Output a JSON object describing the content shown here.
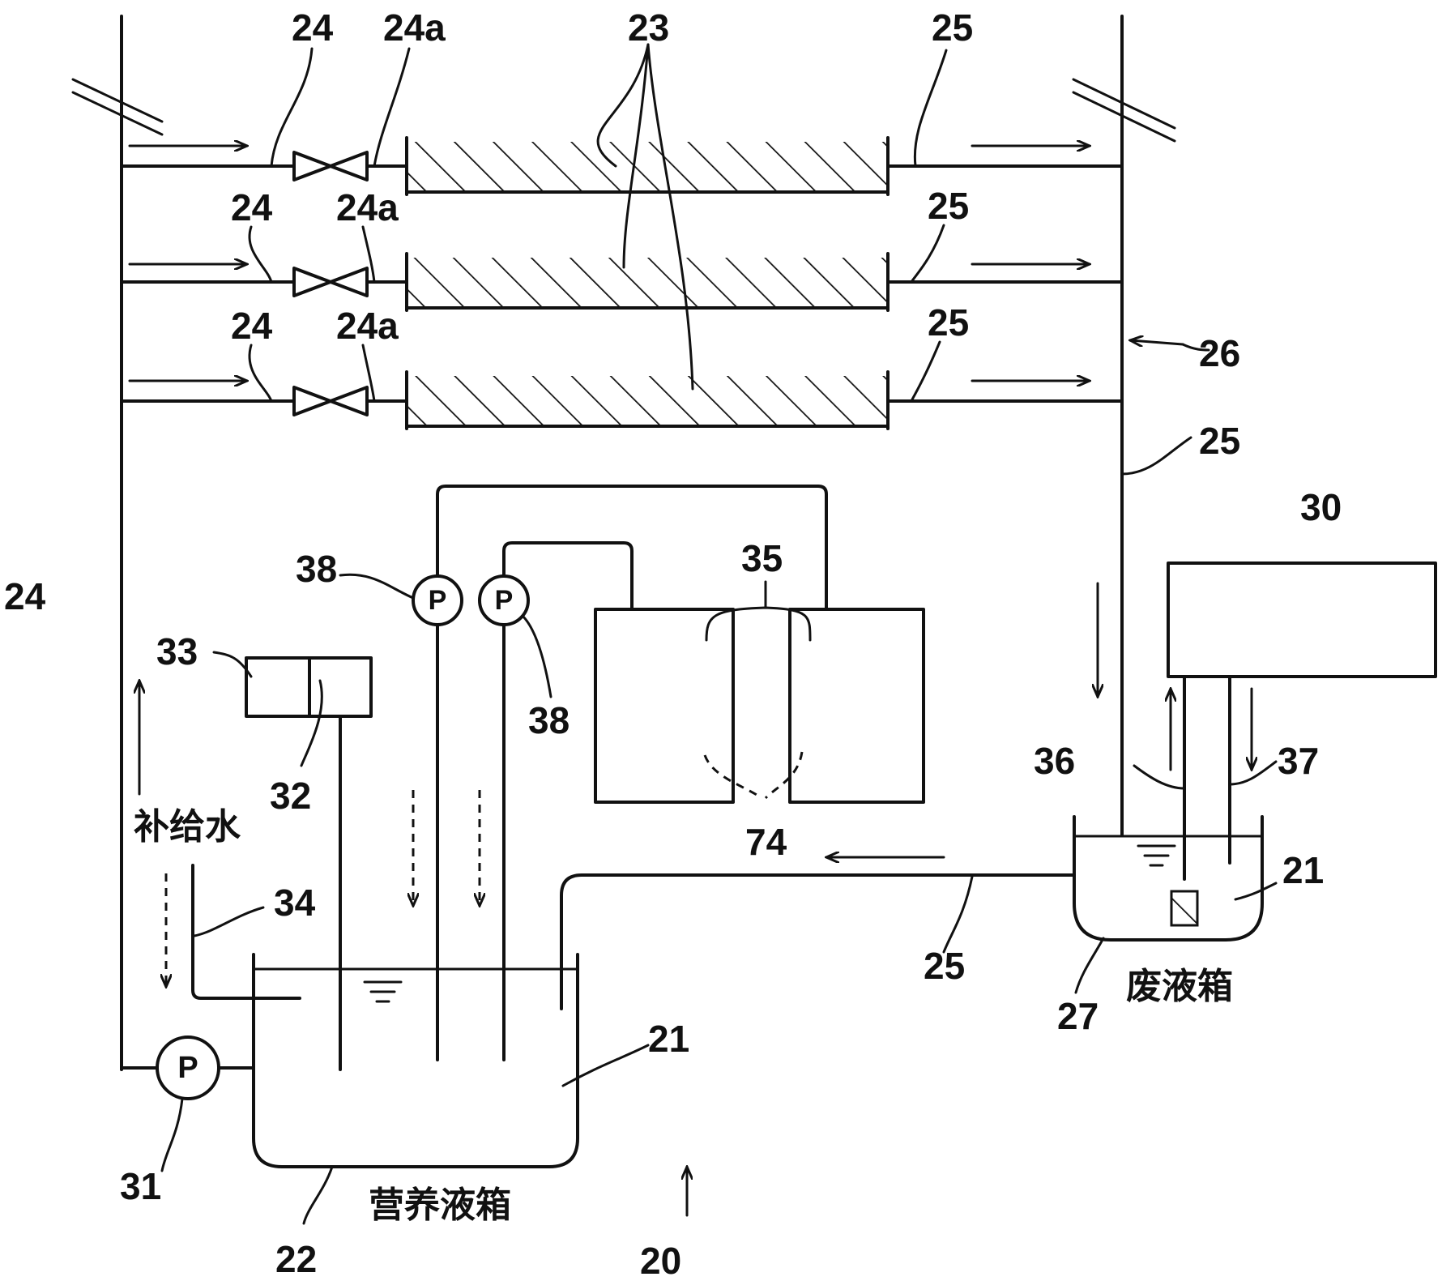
{
  "labels": {
    "n24_top": "24",
    "n24a_top": "24a",
    "n23": "23",
    "n25_top": "25",
    "n24_mid": "24",
    "n24a_mid": "24a",
    "n25_mid": "25",
    "n24_bot": "24",
    "n24a_bot": "24a",
    "n25_bot": "25",
    "n26": "26",
    "n25_riser": "25",
    "n30": "30",
    "n35": "35",
    "n38_left": "38",
    "n38_right": "38",
    "n24_left": "24",
    "n33": "33",
    "n32": "32",
    "n36": "36",
    "n37": "37",
    "n74": "74",
    "n21_waste": "21",
    "n34": "34",
    "n25_return": "25",
    "n27": "27",
    "n21_main": "21",
    "n31": "31",
    "n22": "22",
    "n20": "20"
  },
  "text": {
    "makeup_water": "补给水",
    "waste_tank": "废液箱",
    "nutrient_tank": "营养液箱",
    "pump_symbol": "P"
  }
}
